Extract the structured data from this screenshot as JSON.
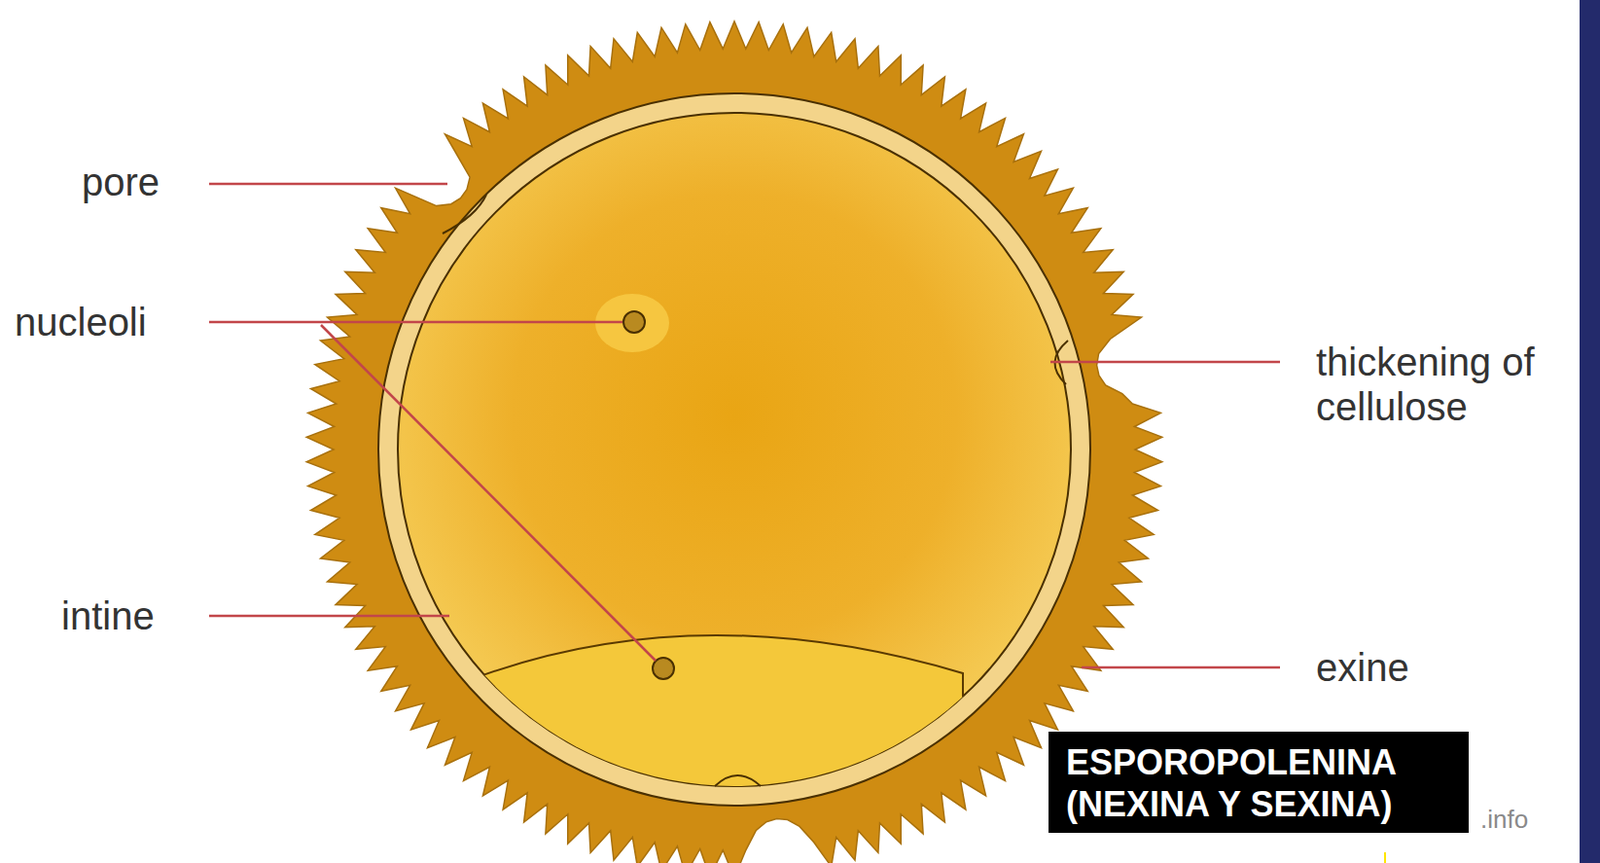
{
  "diagram": {
    "nodes": [
      {
        "text": [
          "ESPOROPOLENINA (NEXINA Y SEXINA)"
        ]
      }
    ],
    "labels": [
      "pore",
      "nucleoli",
      "thickening of cellulose",
      "intine",
      "exine",
      ".info"
    ]
  }
}
